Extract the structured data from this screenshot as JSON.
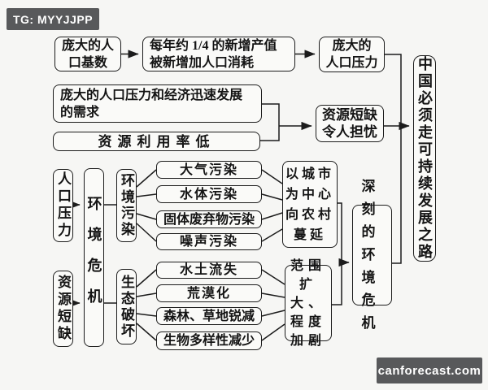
{
  "badges": {
    "tg": "TG: MYYJJPP",
    "site": "canforecast.com"
  },
  "colors": {
    "line": "#1c1c1c",
    "badge_bg": "#58595b",
    "page_bg": "#f6f6f4"
  },
  "nodes": {
    "pop_base": "庞大的人\n口基数",
    "increment_consumed": "每年约 1/4 的新增产值\n被新增加人口消耗",
    "pop_pressure": "庞大的\n人口压力",
    "pressure_demand": "庞大的人口压力和经济迅速发展\n的需求",
    "low_utilization": "资源利用率低",
    "shortage_worry": "资源短缺\n令人担忧",
    "china_path": "中国必须走可持续发展之路",
    "pop_pressure_v": "人口压力",
    "resource_shortage_v": "资源短缺",
    "env_crisis": "环境危机",
    "env_pollution": "环境污染",
    "eco_destruction": "生态破坏",
    "air_pollution": "大气污染",
    "water_pollution": "水体污染",
    "solid_waste_pollution": "固体废弃物污染",
    "noise_pollution": "噪声污染",
    "city_spread": "以城市\n为中心\n向农村\n蔓延",
    "soil_erosion": "水土流失",
    "desertification": "荒漠化",
    "forest_grass_decline": "森林、草地锐减",
    "biodiversity_loss": "生物多样性减少",
    "scope_intensify": "范围\n扩大、\n程度\n加剧",
    "deep_env_crisis": "深刻\n的环\n境危\n机"
  }
}
